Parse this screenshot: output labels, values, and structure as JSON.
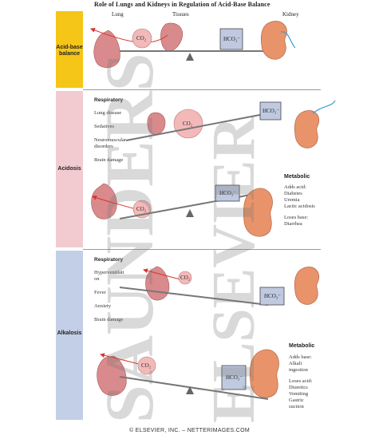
{
  "title": "Role of Lungs and Kidneys in Regulation of Acid-Base Balance",
  "header_labels": {
    "lung": "Lung",
    "tissues": "Tissues",
    "kidney": "Kidney"
  },
  "molecules": {
    "co2": "CO₂",
    "hco3": "HCO₃⁻"
  },
  "sections": {
    "balance": {
      "label": "Acid-base balance",
      "color": "#f5c518"
    },
    "acidosis": {
      "label": "Acidosis",
      "color": "#f2cbd0",
      "respiratory_title": "Respiratory",
      "respiratory_causes": [
        "Lung disease",
        "Sedatives",
        "Neuromuscular disorders",
        "Brain damage"
      ],
      "metabolic_title": "Metabolic",
      "adds_acid_title": "Adds acid:",
      "adds_acid": [
        "Diabetes",
        "Uremia",
        "Lactic acidosis"
      ],
      "loses_base_title": "Loses base:",
      "loses_base": [
        "Diarrhea"
      ]
    },
    "alkalosis": {
      "label": "Alkalosis",
      "color": "#c3cfe6",
      "respiratory_title": "Respiratory",
      "respiratory_causes": [
        "Hyperventilation",
        "Fever",
        "Anxiety",
        "Brain damage"
      ],
      "metabolic_title": "Metabolic",
      "adds_base_title": "Adds base:",
      "adds_base": [
        "Alkali ingestion"
      ],
      "loses_acid_title": "Loses acid:",
      "loses_acid": [
        "Diuretics",
        "Vomiting",
        "Gastric suction"
      ]
    }
  },
  "watermarks": {
    "saunders": "SAUNDERS",
    "elsevier": "ELSEVIER"
  },
  "footer": "© ELSEVIER, INC. – NETTERIMAGES.COM",
  "colors": {
    "lung": "#d98a8c",
    "co2": "#f3b9b9",
    "hco3_box": "#bfc9e0",
    "kidney": "#e8936a",
    "arrow": "#d8342a",
    "fluid": "#3a9bd6"
  }
}
